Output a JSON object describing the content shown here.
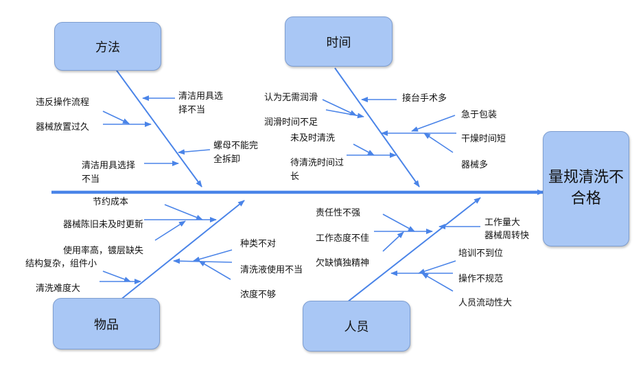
{
  "colors": {
    "line": "#4a84e8",
    "box_fill": "#a9c7f5"
  },
  "effect": "量规清洗不合格",
  "categories": {
    "method": "方法",
    "time": "时间",
    "material": "物品",
    "people": "人员"
  },
  "causes": {
    "method": [
      "违反操作流程",
      "器械放置过久",
      "清洁用具选择不当",
      "螺母不能完全拆卸",
      "清洁用具选择不当"
    ],
    "time": [
      "认为无需润滑",
      "接台手术多",
      "急于包装",
      "润滑时间不足",
      "未及时清洗",
      "干燥时间短",
      "待清洗时间过长",
      "器械多"
    ],
    "material": [
      "节约成本",
      "器械陈旧未及时更新",
      "使用率高，镀层缺失",
      "结构复杂，组件小",
      "清洗难度大",
      "种类不对",
      "清洗液使用不当",
      "浓度不够"
    ],
    "people": [
      "责任性不强",
      "工作态度不佳",
      "欠缺慎独精神",
      "工作量大",
      "器械周转快",
      "培训不到位",
      "操作不规范",
      "人员流动性大"
    ]
  }
}
